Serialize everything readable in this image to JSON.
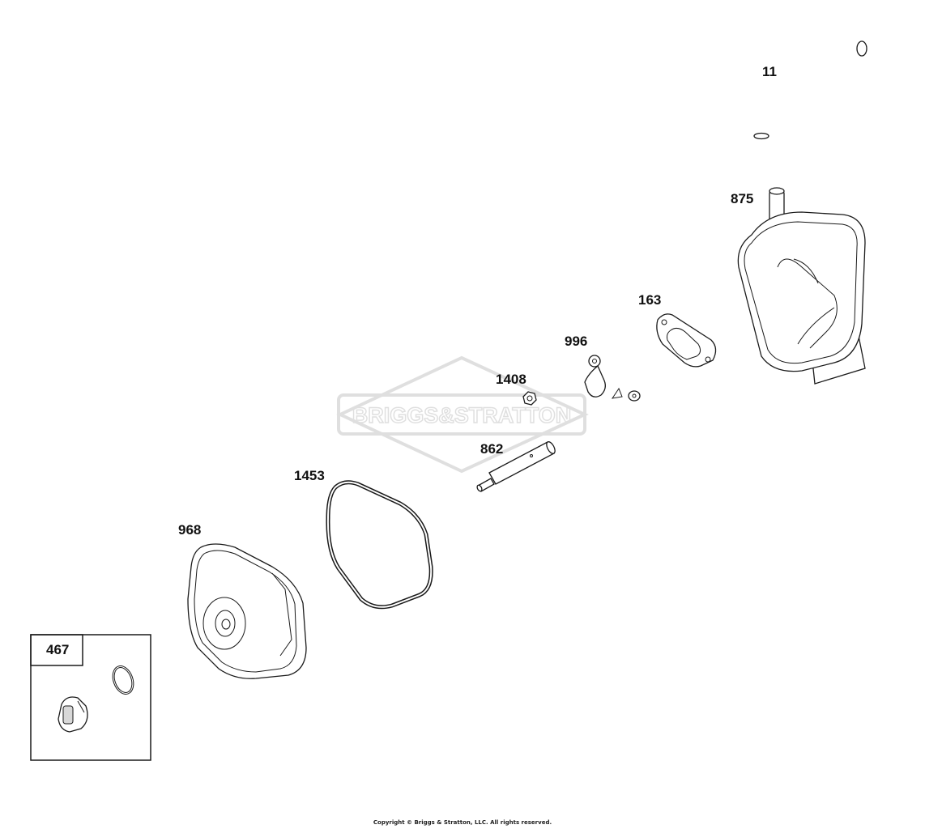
{
  "watermark": {
    "brand_text": "BRIGGS & STRATTON"
  },
  "callouts": {
    "p11": "11",
    "p875": "875",
    "p163": "163",
    "p996": "996",
    "p1408": "1408",
    "p862": "862",
    "p1453": "1453",
    "p968": "968",
    "p467": "467"
  },
  "footer": {
    "copyright": "Copyright © Briggs & Stratton, LLC. All rights reserved."
  }
}
